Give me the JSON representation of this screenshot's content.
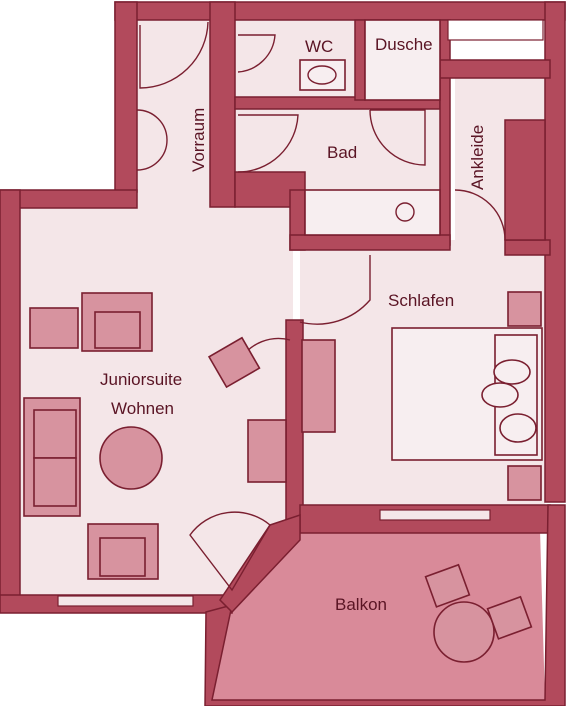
{
  "rooms": {
    "wc": "WC",
    "dusche": "Dusche",
    "vorraum": "Vorraum",
    "bad": "Bad",
    "ankleide": "Ankleide",
    "schlafen": "Schlafen",
    "juniorsuite_line1": "Juniorsuite",
    "juniorsuite_line2": "Wohnen",
    "balkon": "Balkon"
  },
  "colors": {
    "wall": "#b24a5c",
    "floor": "#f4e6e8",
    "furniture": "#d7939f"
  }
}
